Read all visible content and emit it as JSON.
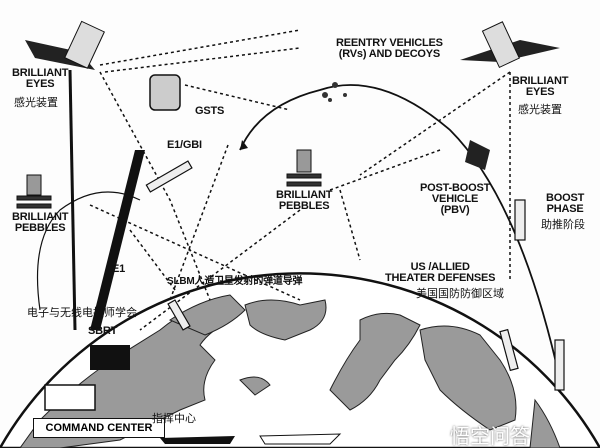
{
  "labels": {
    "brilliant_eyes_left": [
      "BRILLIANT",
      "EYES"
    ],
    "brilliant_eyes_left_cn": "感光装置",
    "brilliant_eyes_right": [
      "BRILLIANT",
      "EYES"
    ],
    "brilliant_eyes_right_cn": "感光装置",
    "gsts": "GSTS",
    "e1_gbi": "E1/GBI",
    "e1": "E1",
    "brilliant_pebbles_left": [
      "BRILLIANT",
      "PEBBLES"
    ],
    "brilliant_pebbles_center": [
      "BRILLIANT",
      "PEBBLES"
    ],
    "reentry": [
      "REENTRY VEHICLES",
      "(RVs) AND DECOYS"
    ],
    "pbv": [
      "POST-BOOST",
      "VEHICLE",
      "(PBV)"
    ],
    "boost": [
      "BOOST",
      "PHASE"
    ],
    "boost_cn": "助推阶段",
    "slbm": "SLBM人造卫星发射的弹道导弹",
    "theater": [
      "US /ALLIED",
      "THEATER DEFENSES"
    ],
    "theater_cn": "美国国防防御区域",
    "ieee_cn": "电子与无线电技师学会",
    "sbrt": "SBRT",
    "command_center": "COMMAND CENTER",
    "command_center_cn": "指挥中心",
    "watermark": "悟空问答"
  }
}
